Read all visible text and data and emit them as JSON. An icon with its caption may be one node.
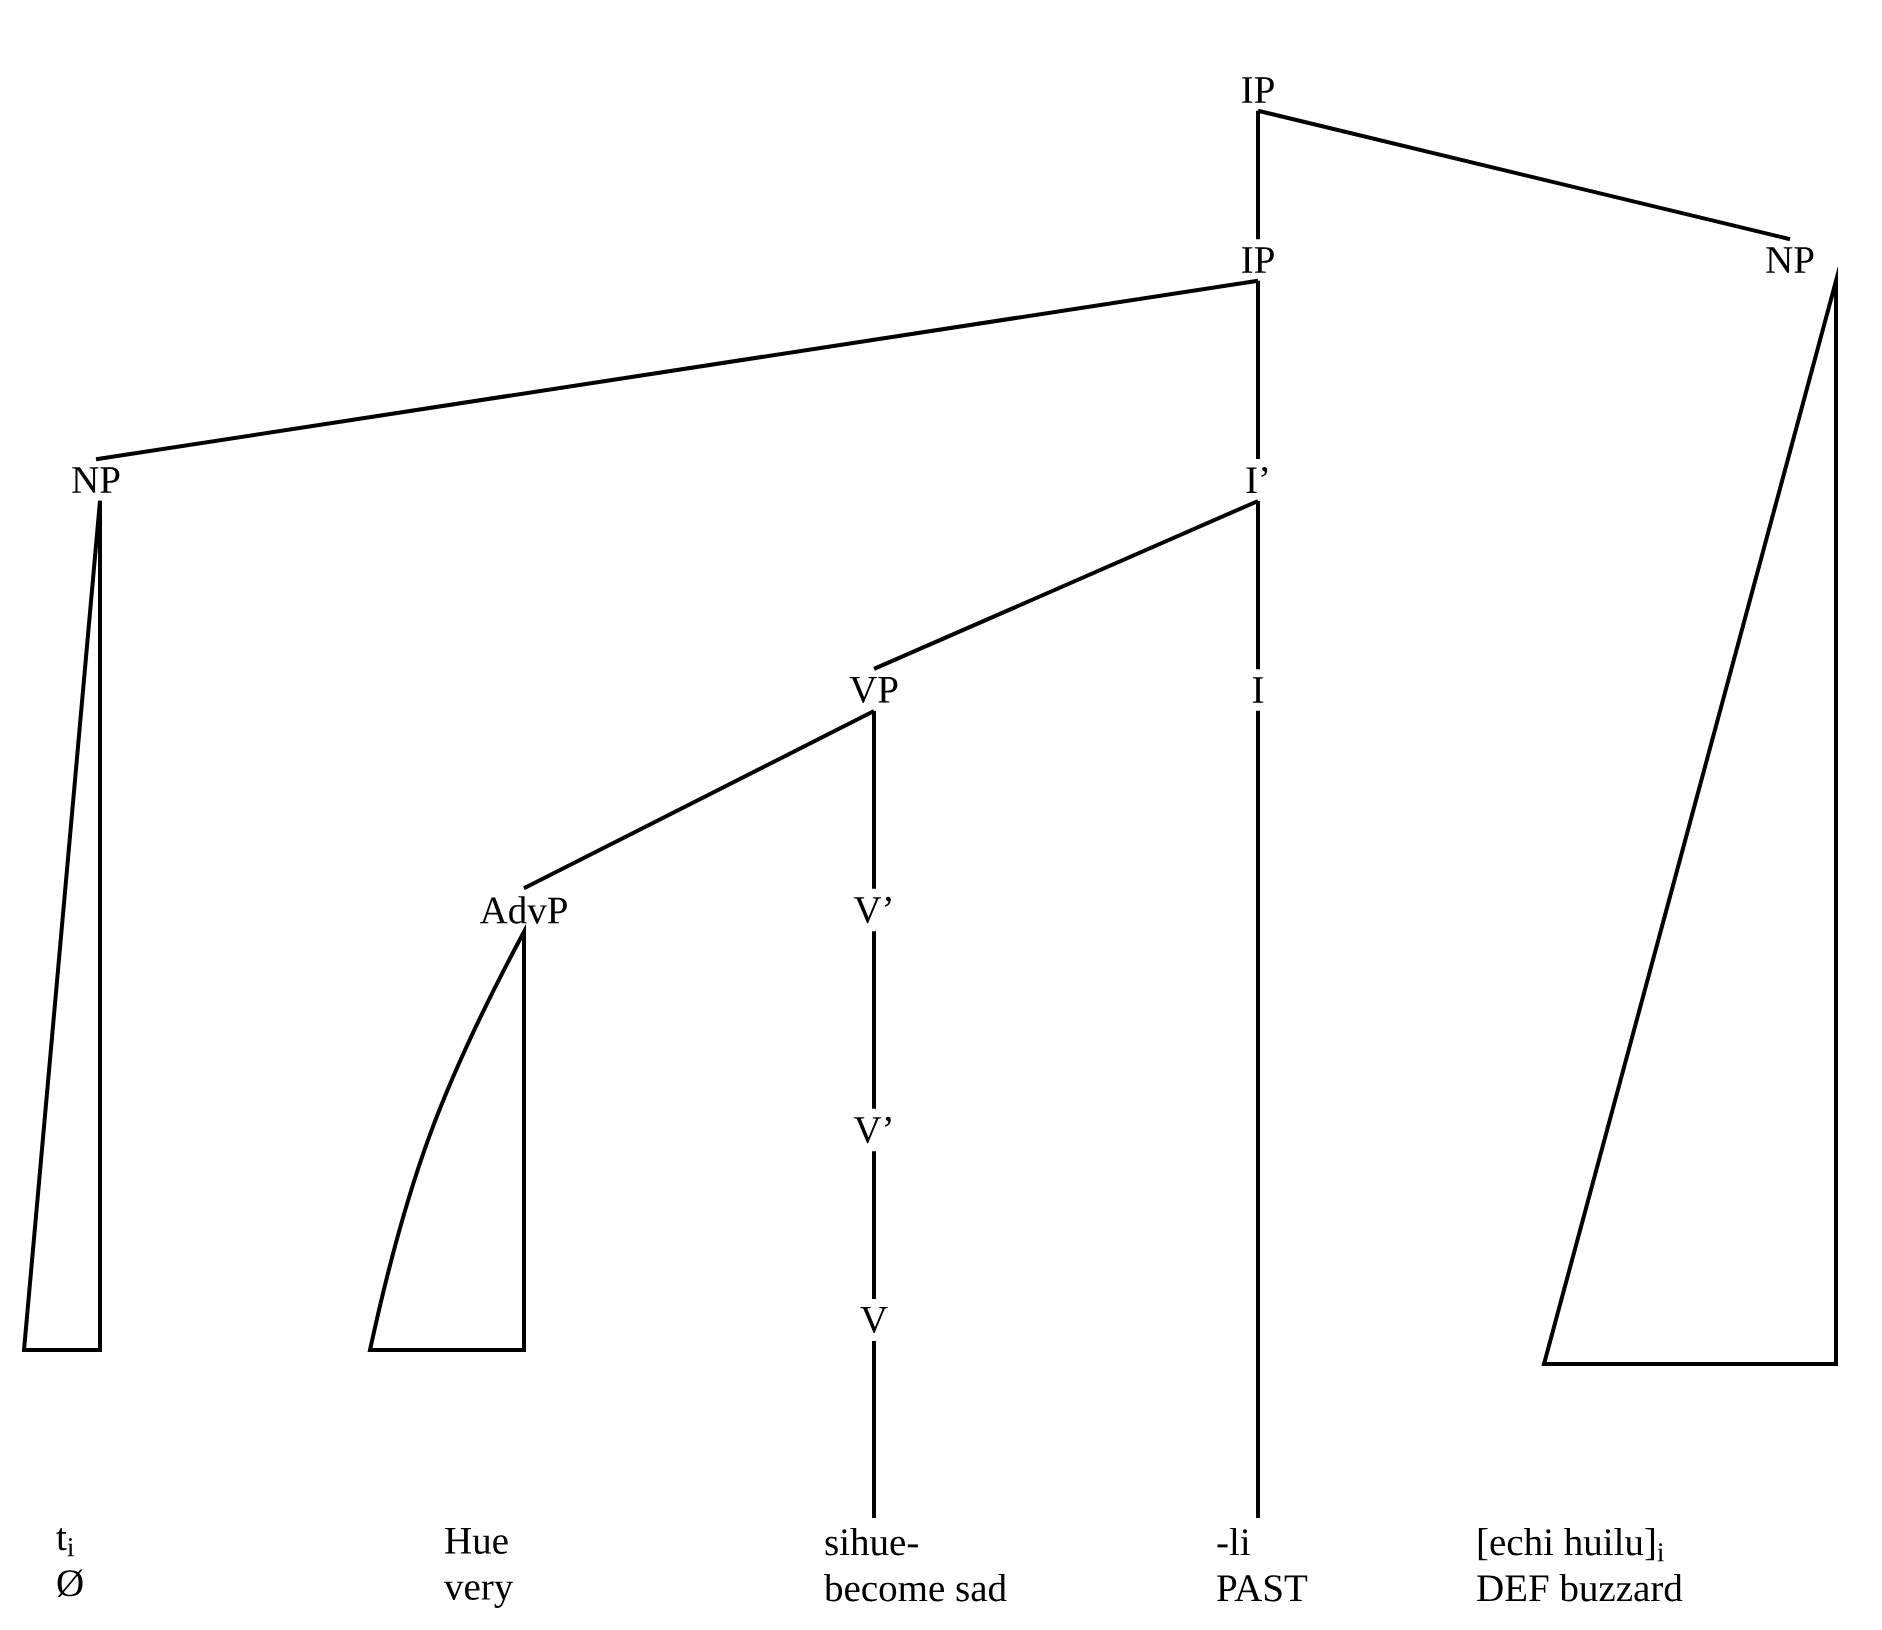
{
  "diagram": {
    "nodes": [
      {
        "text": [
          "IP"
        ]
      },
      {
        "text": [
          "IP"
        ]
      },
      {
        "text": [
          "NP"
        ]
      },
      {
        "text": [
          "NP"
        ]
      },
      {
        "text": [
          "I’"
        ]
      },
      {
        "text": [
          "VP"
        ]
      },
      {
        "text": [
          "I"
        ]
      },
      {
        "text": [
          "AdvP"
        ]
      },
      {
        "text": [
          "V’"
        ]
      },
      {
        "text": [
          "V’"
        ]
      },
      {
        "text": [
          "V"
        ]
      },
      {
        "text": [
          "t$_{i}$",
          "Ø"
        ]
      },
      {
        "text": [
          "Hue",
          "very"
        ]
      },
      {
        "text": [
          "sihue-",
          "become sad"
        ]
      },
      {
        "text": [
          "-li",
          "PAST"
        ]
      },
      {
        "text": [
          "[echi huilu]$_{i}$",
          "DEF buzzard"
        ]
      }
    ],
    "edges": [
      {
        "from": 0,
        "to": 1,
        "arrow": "none"
      },
      {
        "from": 0,
        "to": 2,
        "arrow": "none"
      },
      {
        "from": 1,
        "to": 3,
        "arrow": "none"
      },
      {
        "from": 1,
        "to": 4,
        "arrow": "none"
      },
      {
        "from": 4,
        "to": 5,
        "arrow": "none"
      },
      {
        "from": 4,
        "to": 6,
        "arrow": "none"
      },
      {
        "from": 5,
        "to": 7,
        "arrow": "none"
      },
      {
        "from": 5,
        "to": 8,
        "arrow": "none"
      },
      {
        "from": 8,
        "to": 9,
        "arrow": "none"
      },
      {
        "from": 9,
        "to": 10,
        "arrow": "none"
      },
      {
        "from": 3,
        "to": 11,
        "arrow": "none"
      },
      {
        "from": 7,
        "to": 12,
        "arrow": "none"
      },
      {
        "from": 10,
        "to": 13,
        "arrow": "none"
      },
      {
        "from": 6,
        "to": 14,
        "arrow": "none"
      },
      {
        "from": 2,
        "to": 15,
        "arrow": "none"
      }
    ]
  }
}
